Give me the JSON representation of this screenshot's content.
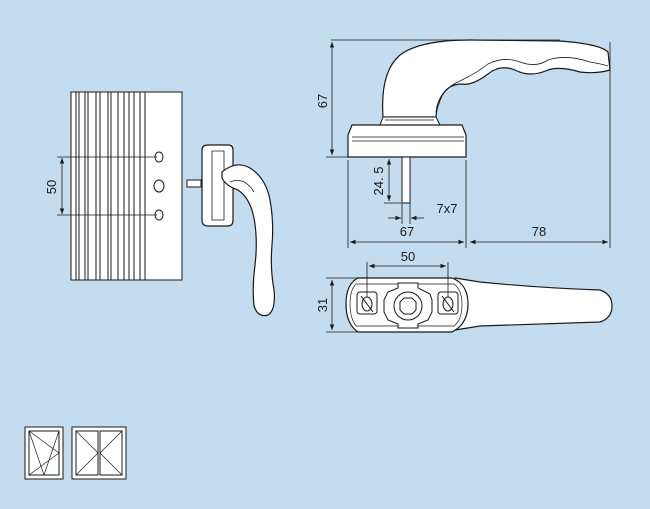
{
  "colors": {
    "background": "#c3dcef",
    "line": "#1a1a1a",
    "fill": "#ffffff"
  },
  "dimensions": {
    "frame_spacing": "50",
    "handle_height": "67",
    "spindle_length": "24. 5",
    "spindle_square": "7x7",
    "base_width": "67",
    "lever_length": "78",
    "rosette_hole_spacing": "50",
    "rosette_height": "31"
  },
  "icons": [
    "window-single-sash-icon",
    "window-double-sash-icon"
  ]
}
